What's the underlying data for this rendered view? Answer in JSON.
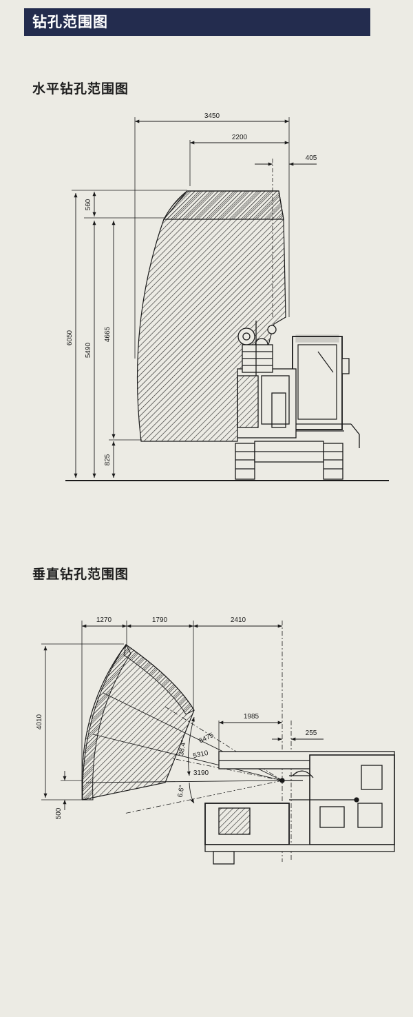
{
  "header": {
    "title": "钻孔范围图"
  },
  "horizontal": {
    "title": "水平钻孔范围图",
    "dims": {
      "top_3450": "3450",
      "top_2200": "2200",
      "top_405": "405",
      "left_6050": "6050",
      "left_5490": "5490",
      "left_4665": "4665",
      "left_560": "560",
      "left_825": "825"
    }
  },
  "vertical": {
    "title": "垂直钻孔范围图",
    "dims": {
      "top_1270": "1270",
      "top_1790": "1790",
      "top_2410": "2410",
      "mid_1985": "1985",
      "mid_255": "255",
      "left_4010": "4010",
      "left_500": "500",
      "r_6475": "6475",
      "r_5310": "5310",
      "r_3190": "3190",
      "angle_up": "38.4°",
      "angle_down": "6.6°"
    }
  },
  "colors": {
    "header_bg": "#232c4e",
    "paper": "#ecebe4",
    "ink": "#1a1a1a"
  }
}
